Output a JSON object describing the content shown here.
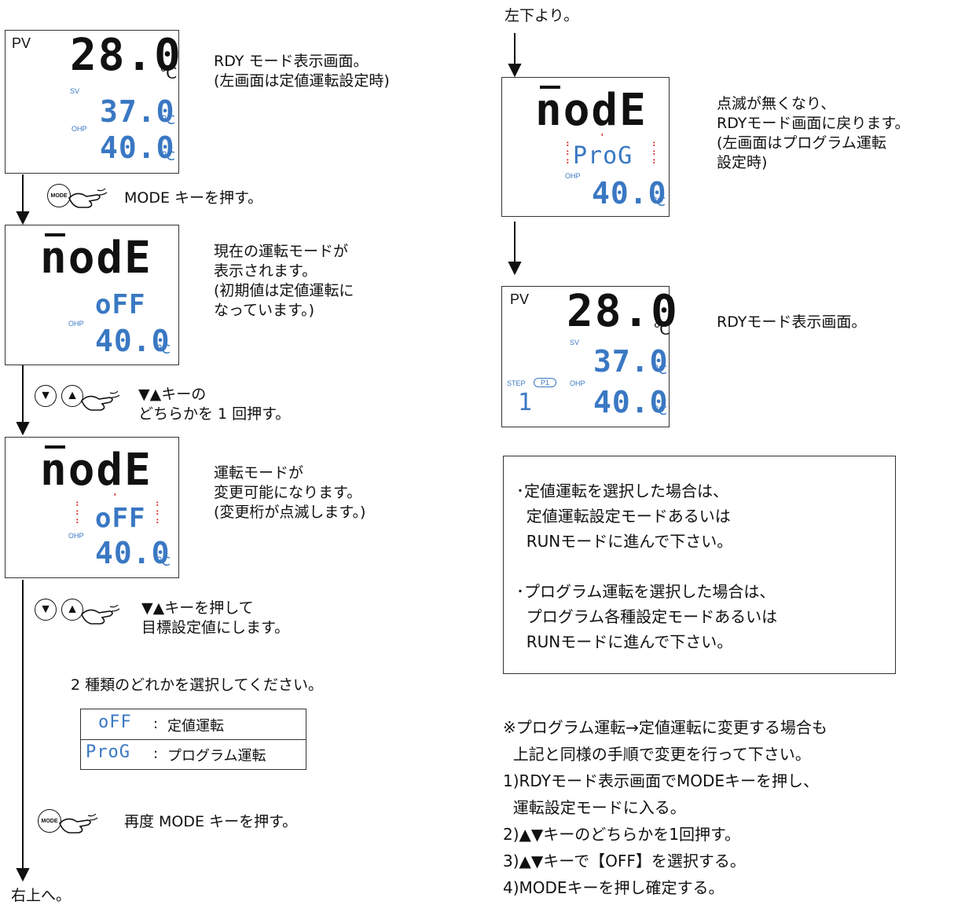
{
  "unit": "℃",
  "colors": {
    "lcd_blue": "#3a78c3",
    "blink_red": "#e02020",
    "text": "#111111"
  },
  "screens": {
    "rdy": {
      "pv_label": "PV",
      "sv_label": "SV",
      "ohp_label": "OHP",
      "pv_value": "28.0",
      "sv_value": "37.0",
      "ohp_value": "40.0"
    },
    "mode_off": {
      "title": "nodE",
      "ohp_label": "OHP",
      "mode_value": "oFF",
      "ohp_value": "40.0"
    },
    "mode_off_blink": {
      "title": "nodE",
      "ohp_label": "OHP",
      "mode_value": "oFF",
      "ohp_value": "40.0"
    },
    "mode_prog": {
      "title": "nodE",
      "ohp_label": "OHP",
      "mode_value": "ProG",
      "ohp_value": "40.0"
    },
    "rdy_prog": {
      "pv_label": "PV",
      "sv_label": "SV",
      "ohp_label": "OHP",
      "step_label": "STEP",
      "program_label": "P1",
      "step_value": "1",
      "pv_value": "28.0",
      "sv_value": "37.0",
      "ohp_value": "40.0"
    }
  },
  "left_steps": {
    "step1_caption": "RDY モード表示画面。\n(左画面は定値運転設定時)",
    "mode_key_label": "MODE",
    "step2_action": "MODE キーを押す。",
    "step2_caption": "現在の運転モードが\n表示されます。\n(初期値は定値運転に\nなっています。)",
    "step3_action": "▼▲キーの\nどちらかを 1 回押す。",
    "step3_caption": "運転モードが\n変更可能になります。\n(変更桁が点滅します。)",
    "step4_action": "▼▲キーを押して\n目標設定値にします。",
    "select_prompt": "2 種類のどれかを選択してください。",
    "options": [
      {
        "code": "oFF",
        "desc": "定値運転"
      },
      {
        "code": "ProG",
        "desc": "プログラム運転"
      }
    ],
    "option_separator": ":",
    "step5_action": "再度 MODE キーを押す。",
    "goto_label": "右上へ。"
  },
  "right_steps": {
    "from_label": "左下より。",
    "step6_caption": "点滅が無くなり、\nRDYモード画面に戻ります。\n(左画面はプログラム運転\n設定時)",
    "step7_caption": "RDYモード表示画面。"
  },
  "info_box": {
    "line1": "･定値運転を選択した場合は、",
    "line2": "  定値運転設定モードあるいは",
    "line3": "  RUNモードに進んで下さい。",
    "line4": "･プログラム運転を選択した場合は、",
    "line5": "  プログラム各種設定モードあるいは",
    "line6": "  RUNモードに進んで下さい。"
  },
  "footnote": {
    "line1": "※プログラム運転→定値運転に変更する場合も",
    "line2": "  上記と同様の手順で変更を行って下さい。",
    "line3": "1)RDYモード表示画面でMODEキーを押し、",
    "line4": "  運転設定モードに入る。",
    "line5": "2)▲▼キーのどちらかを1回押す。",
    "line6": "3)▲▼キーで【OFF】を選択する。",
    "line7": "4)MODEキーを押し確定する。"
  },
  "icons": [
    "down-arrow-icon",
    "mode-key-icon",
    "down-triangle-key-icon",
    "up-triangle-key-icon",
    "pressing-finger-icon"
  ]
}
